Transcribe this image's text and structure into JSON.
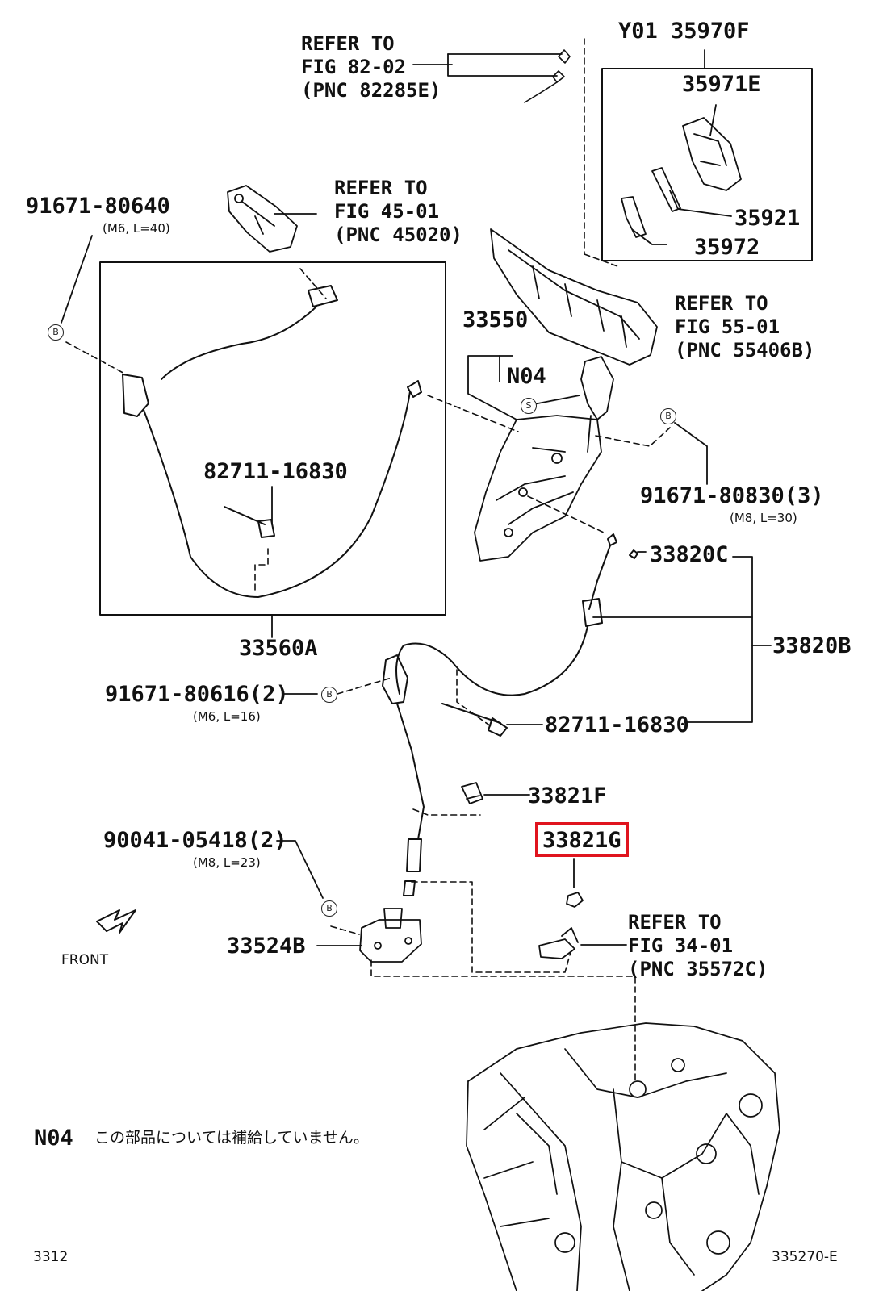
{
  "diagram": {
    "refs": {
      "fig82": [
        "REFER TO",
        "FIG 82-02",
        "(PNC 82285E)"
      ],
      "fig45": [
        "REFER TO",
        "FIG 45-01",
        "(PNC 45020)"
      ],
      "fig55": [
        "REFER TO",
        "FIG 55-01",
        "(PNC 55406B)"
      ],
      "fig34": [
        "REFER TO",
        "FIG 34-01",
        "(PNC 35572C)"
      ]
    },
    "parts": {
      "p35970F": "Y01 35970F",
      "p35971E": "35971E",
      "p35921": "35921",
      "p35972": "35972",
      "p91671_80640": "91671-80640",
      "p91671_80640_spec": "(M6, L=40)",
      "p33550": "33550",
      "pN04": "N04",
      "p82711_a": "82711-16830",
      "p91671_80830": "91671-80830(3)",
      "p91671_80830_spec": "(M8, L=30)",
      "p33820C": "33820C",
      "p33560A": "33560A",
      "p33820B": "33820B",
      "p91671_80616": "91671-80616(2)",
      "p91671_80616_spec": "(M6, L=16)",
      "p82711_b": "82711-16830",
      "p33821F": "33821F",
      "p33821G": "33821G",
      "p90041_05418": "90041-05418(2)",
      "p90041_05418_spec": "(M8, L=23)",
      "p33524B": "33524B"
    },
    "tags": {
      "b": "B",
      "s": "S"
    },
    "front_label": "FRONT",
    "note": {
      "code": "N04",
      "text": "この部品については補給していません。"
    },
    "footer": {
      "left": "3312",
      "right": "335270-E"
    },
    "highlight_color": "#e0141e"
  }
}
